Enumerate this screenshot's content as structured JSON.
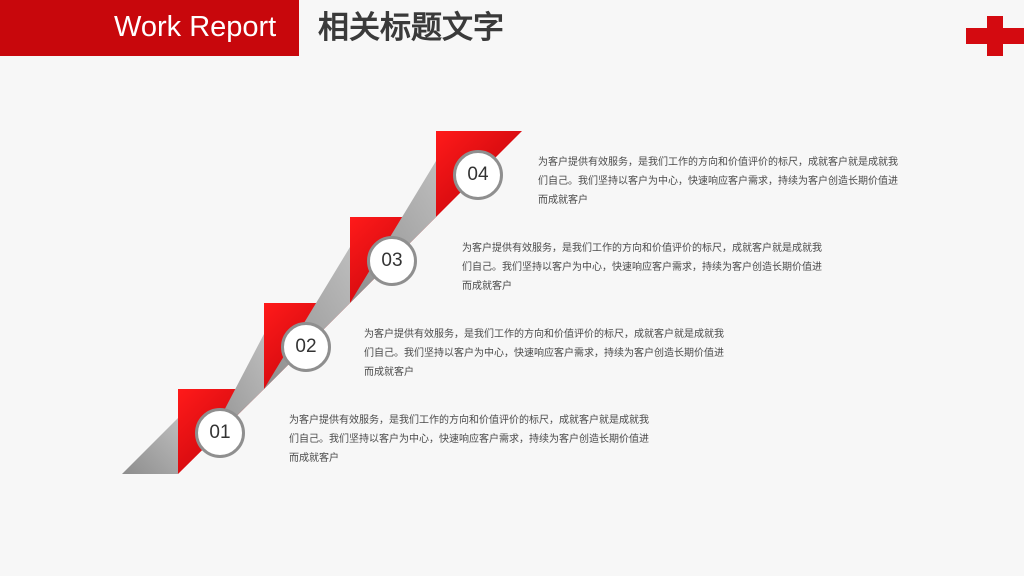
{
  "header": {
    "banner_text": "Work Report",
    "title": "相关标题文字"
  },
  "colors": {
    "accent_red": "#c8070c",
    "bright_red": "#e8000b",
    "gray": "#a5a5a5"
  },
  "steps": [
    {
      "number": "01",
      "text": "为客户提供有效服务，是我们工作的方向和价值评价的标尺，成就客户就是成就我们自己。我们坚持以客户为中心，快速响应客户需求，持续为客户创造长期价值进而成就客户"
    },
    {
      "number": "02",
      "text": "为客户提供有效服务，是我们工作的方向和价值评价的标尺，成就客户就是成就我们自己。我们坚持以客户为中心，快速响应客户需求，持续为客户创造长期价值进而成就客户"
    },
    {
      "number": "03",
      "text": "为客户提供有效服务，是我们工作的方向和价值评价的标尺，成就客户就是成就我们自己。我们坚持以客户为中心，快速响应客户需求，持续为客户创造长期价值进而成就客户"
    },
    {
      "number": "04",
      "text": "为客户提供有效服务，是我们工作的方向和价值评价的标尺，成就客户就是成就我们自己。我们坚持以客户为中心，快速响应客户需求，持续为客户创造长期价值进而成就客户"
    }
  ]
}
